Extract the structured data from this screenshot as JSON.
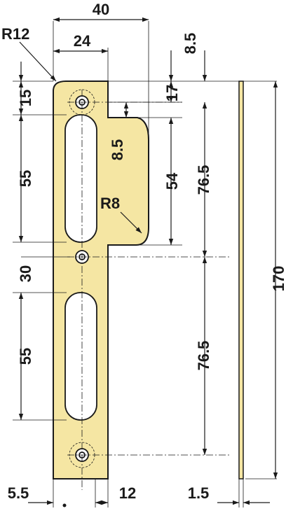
{
  "drawing": {
    "dimensions": {
      "width_total": "40",
      "width_upper": "24",
      "radius_corner": "R12",
      "radius_recess": "R8",
      "top_offset": "8.5",
      "hole_top": "15",
      "slot_upper_len": "55",
      "hole_spacing_mid": "30",
      "slot_lower_len": "55",
      "recess_top": "17",
      "recess_inner": "8.5",
      "recess_height": "54",
      "spacing_upper": "76.5",
      "spacing_lower": "76.5",
      "total_height": "170",
      "edge_offset": "5.5",
      "bottom_width": "12",
      "thickness": "1.5"
    },
    "colors": {
      "plate_fill": "#f5e6a3",
      "line": "#1a1a1a"
    }
  }
}
